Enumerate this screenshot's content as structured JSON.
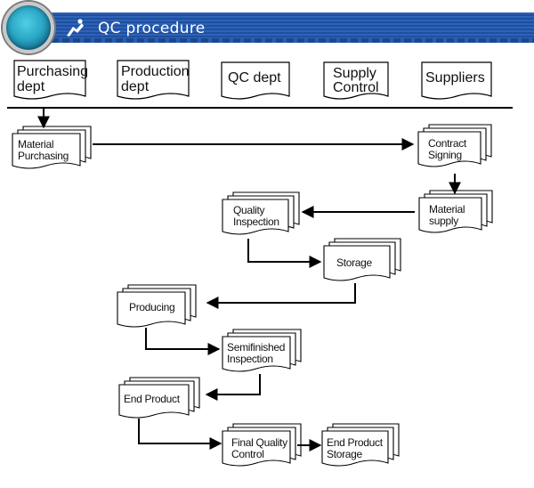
{
  "header": {
    "title": "QC procedure",
    "icon": "figure-icon",
    "colors": {
      "banner": "#1f4f9e",
      "globe": "#2aa7c5"
    }
  },
  "departments": [
    {
      "id": "purchasing",
      "line1": "Purchasing",
      "line2": "dept"
    },
    {
      "id": "production",
      "line1": "Production",
      "line2": "dept"
    },
    {
      "id": "qc",
      "line1": "QC dept",
      "line2": ""
    },
    {
      "id": "supply",
      "line1": "Supply",
      "line2": "Control"
    },
    {
      "id": "suppliers",
      "line1": "Suppliers",
      "line2": ""
    }
  ],
  "nodes": {
    "material_purchasing": {
      "line1": "Material",
      "line2": "Purchasing"
    },
    "contract_signing": {
      "line1": "Contract",
      "line2": "Signing"
    },
    "material_supply": {
      "line1": "Material",
      "line2": "supply"
    },
    "quality_inspection": {
      "line1": "Quality",
      "line2": "Inspection"
    },
    "storage": {
      "line1": "Storage",
      "line2": ""
    },
    "producing": {
      "line1": "Producing",
      "line2": ""
    },
    "semifinished_inspection": {
      "line1": "Semifinished",
      "line2": "Inspection"
    },
    "end_product": {
      "line1": "End Product",
      "line2": ""
    },
    "final_quality_control": {
      "line1": "Final Quality",
      "line2": "Control"
    },
    "end_product_storage": {
      "line1": "End Product",
      "line2": "Storage"
    }
  }
}
